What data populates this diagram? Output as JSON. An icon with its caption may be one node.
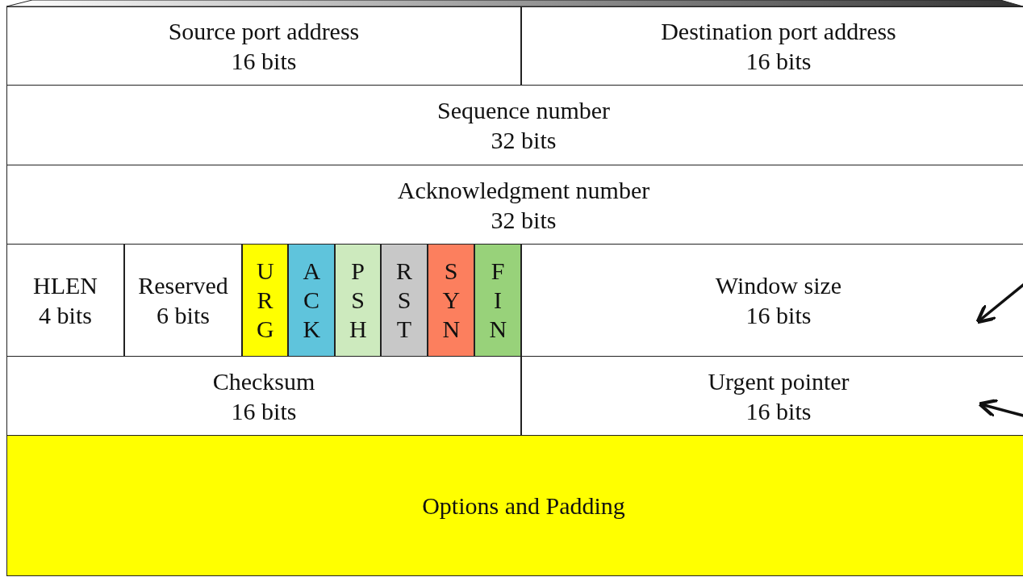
{
  "diagram": {
    "nodes": [
      {
        "text": [
          "Source port address",
          "16 bits"
        ]
      },
      {
        "text": [
          "Destination port address",
          "16 bits"
        ]
      },
      {
        "text": [
          "Sequence number",
          "32 bits"
        ]
      },
      {
        "text": [
          "Acknowledgment number",
          "32 bits"
        ]
      },
      {
        "text": [
          "HLEN",
          "4 bits"
        ]
      },
      {
        "text": [
          "Reserved",
          "6 bits"
        ]
      },
      {
        "text": [
          "URG"
        ]
      },
      {
        "text": [
          "ACK"
        ]
      },
      {
        "text": [
          "PSH"
        ]
      },
      {
        "text": [
          "RST"
        ]
      },
      {
        "text": [
          "SYN"
        ]
      },
      {
        "text": [
          "FIN"
        ]
      },
      {
        "text": [
          "Window size",
          "16 bits"
        ]
      },
      {
        "text": [
          "Checksum",
          "16 bits"
        ]
      },
      {
        "text": [
          "Urgent pointer",
          "16 bits"
        ]
      },
      {
        "text": [
          "Options and Padding"
        ]
      }
    ],
    "edges": [
      {
        "from": null,
        "to": 12,
        "arrow": "to"
      },
      {
        "from": null,
        "to": 14,
        "arrow": "to"
      }
    ]
  }
}
